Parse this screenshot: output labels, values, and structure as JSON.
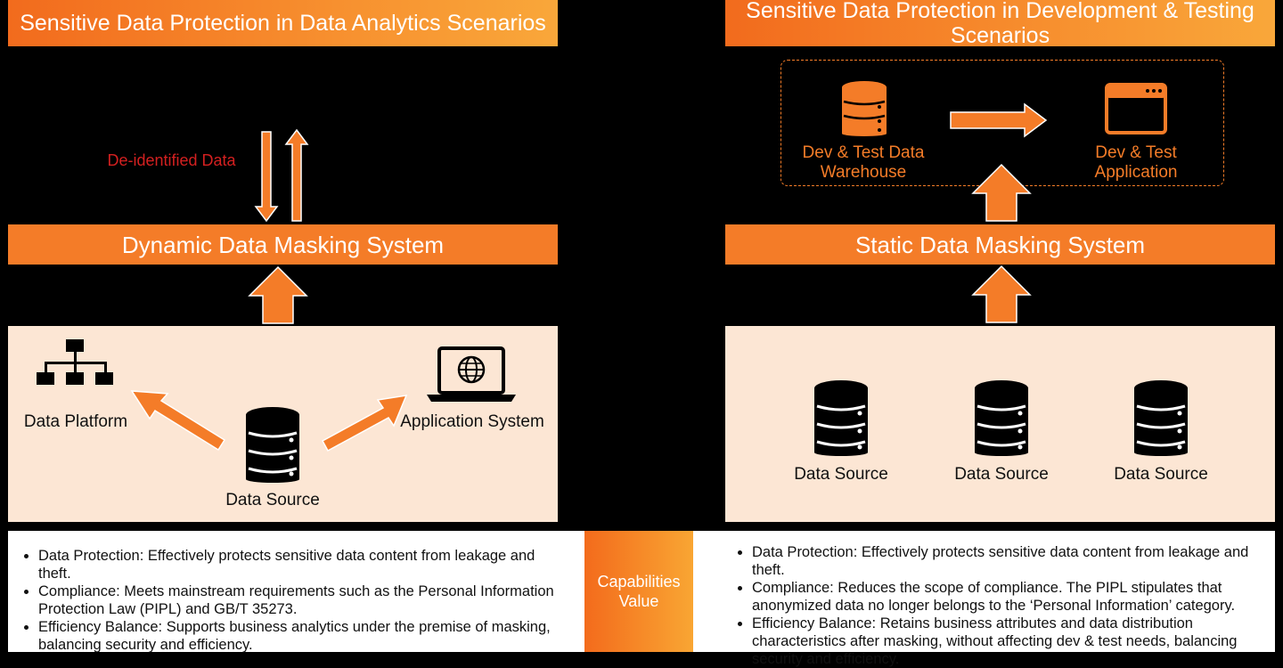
{
  "left": {
    "title": "Sensitive Data Protection in Data Analytics Scenarios",
    "deidentified_label": "De-identified Data",
    "system_label": "Dynamic Data Masking System",
    "data_platform_label": "Data Platform",
    "application_system_label": "Application System",
    "data_source_label": "Data Source",
    "bullets": [
      "Data Protection: Effectively protects sensitive data content from leakage and theft.",
      "Compliance: Meets mainstream requirements such as the Personal Information Protection Law (PIPL) and GB/T 35273.",
      "Efficiency Balance: Supports business analytics under the premise of masking, balancing security and efficiency."
    ]
  },
  "right": {
    "title": "Sensitive Data Protection in Development & Testing Scenarios",
    "warehouse_label": "Dev & Test Data Warehouse",
    "application_label": "Dev & Test Application",
    "system_label": "Static Data Masking System",
    "data_sources": [
      "Data Source",
      "Data Source",
      "Data Source"
    ],
    "bullets": [
      "Data Protection: Effectively protects sensitive data content from leakage and theft.",
      "Compliance: Reduces the scope of compliance. The PIPL stipulates that anonymized data no longer belongs to the ‘Personal Information’ category.",
      "Efficiency Balance: Retains business attributes and data distribution characteristics after masking, without affecting dev & test needs, balancing security and efficiency."
    ]
  },
  "capabilities_label": "Capabilities Value",
  "colors": {
    "accent": "#f47c28",
    "peach": "#fce6d4",
    "deidentified_text": "#d42020"
  }
}
